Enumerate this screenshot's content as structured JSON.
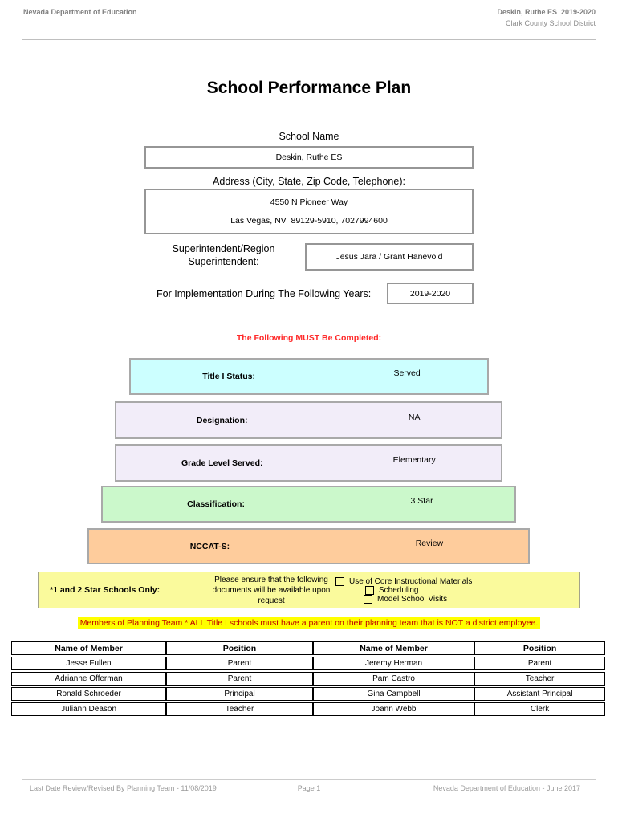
{
  "header": {
    "left": "Nevada Department of Education",
    "right_line1": "Deskin, Ruthe ES  2019-2020",
    "right_line2": "Clark County School District"
  },
  "title": "School Performance Plan",
  "form": {
    "school_name_label": "School Name",
    "school_name_value": "Deskin, Ruthe ES",
    "address_label": "Address (City, State, Zip Code, Telephone):",
    "address_line1": "4550 N Pioneer Way",
    "address_line2": "Las Vegas, NV  89129-5910, 7027994600",
    "superintendent_label_line1": "Superintendent/Region",
    "superintendent_label_line2": "Superintendent:",
    "superintendent_value": "Jesus Jara / Grant Hanevold",
    "years_label": "For Implementation During The Following Years:",
    "years_value": "2019-2020"
  },
  "must_complete_heading": "The Following MUST Be Completed:",
  "status_rows": [
    {
      "key": "title-i-status",
      "label": "Title I Status:",
      "value": "Served",
      "bg": "#ccffff"
    },
    {
      "key": "designation",
      "label": "Designation:",
      "value": "NA",
      "bg": "#f2edf9"
    },
    {
      "key": "grade-level-served",
      "label": "Grade Level Served:",
      "value": "Elementary",
      "bg": "#f2edf9"
    },
    {
      "key": "classification",
      "label": "Classification:",
      "value": "3 Star",
      "bg": "#cbf8cb"
    },
    {
      "key": "nccat-s",
      "label": "NCCAT-S:",
      "value": "Review",
      "bg": "#fecc9c"
    }
  ],
  "star_schools": {
    "label": "*1 and 2 Star Schools Only:",
    "note_line1": "Please ensure that the following",
    "note_line2": "documents will be available upon request",
    "checkboxes": [
      {
        "label": "Use of Core Instructional Materials",
        "checked": false
      },
      {
        "label": "Scheduling",
        "checked": false
      },
      {
        "label": "Model School Visits",
        "checked": false
      }
    ]
  },
  "planning_team_notice": "Members of Planning Team * ALL Title I schools must have a parent on their planning team that is NOT a district employee.",
  "members_table": {
    "headers": [
      "Name of Member",
      "Position",
      "Name of Member",
      "Position"
    ],
    "rows": [
      [
        "Jesse Fullen",
        "Parent",
        "Jeremy Herman",
        "Parent"
      ],
      [
        "Adrianne Offerman",
        "Parent",
        "Pam Castro",
        "Teacher"
      ],
      [
        "Ronald Schroeder",
        "Principal",
        "Gina Campbell",
        "Assistant Principal"
      ],
      [
        "Juliann Deason",
        "Teacher",
        "Joann Webb",
        "Clerk"
      ]
    ]
  },
  "footer": {
    "left": "Last Date Review/Revised By Planning Team - 11/08/2019",
    "center": "Page 1",
    "right": "Nevada Department of Education - June 2017"
  },
  "colors": {
    "heading_red": "#ff2b2b",
    "notice_text": "#c00000",
    "notice_highlight": "#ffff00",
    "star_box_bg": "#fafa9c",
    "status_cyan": "#ccffff",
    "status_lavender": "#f2edf9",
    "status_green": "#cbf8cb",
    "status_orange": "#fecc9c"
  }
}
